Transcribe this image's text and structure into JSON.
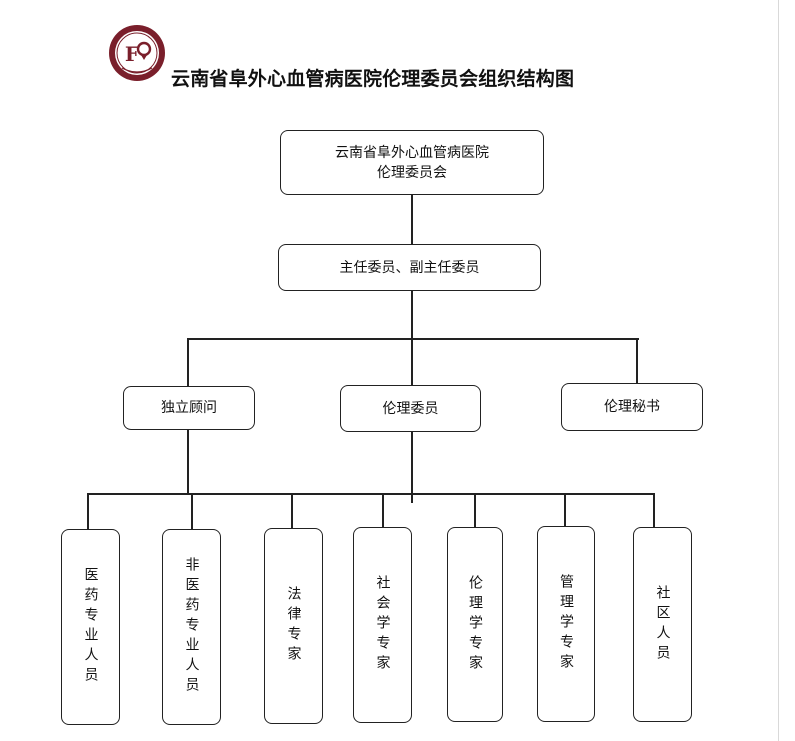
{
  "title": "云南省阜外心血管病医院伦理委员会组织结构图",
  "logo": {
    "icon": "hospital-seal-logo",
    "text": "F"
  },
  "nodes": {
    "root": "云南省阜外心血管病医院\n伦理委员会",
    "chairs": "主任委员、副主任委员",
    "independent_consultant": "独立顾问",
    "ethics_member": "伦理委员",
    "ethics_secretary": "伦理秘书",
    "members": [
      "医药专业人员",
      "非医药专业人员",
      "法律专家",
      "社会学专家",
      "伦理学专家",
      "管理学专家",
      "社区人员"
    ]
  },
  "colors": {
    "line": "#222222",
    "logo_ring": "#7a1f2b"
  }
}
